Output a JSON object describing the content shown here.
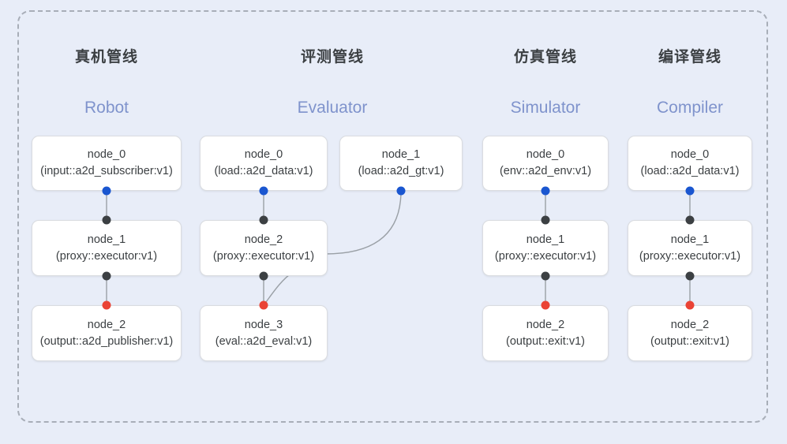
{
  "diagram": {
    "columns": [
      {
        "id": "robot",
        "cn_title": "真机管线",
        "en_title": "Robot",
        "nodes": [
          {
            "name": "node_0",
            "type": "(input::a2d_subscriber:v1)"
          },
          {
            "name": "node_1",
            "type": "(proxy::executor:v1)"
          },
          {
            "name": "node_2",
            "type": "(output::a2d_publisher:v1)"
          }
        ]
      },
      {
        "id": "evaluator",
        "cn_title": "评测管线",
        "en_title": "Evaluator",
        "nodes": [
          {
            "name": "node_0",
            "type": "(load::a2d_data:v1)"
          },
          {
            "name": "node_1",
            "type": "(load::a2d_gt:v1)"
          },
          {
            "name": "node_2",
            "type": "(proxy::executor:v1)"
          },
          {
            "name": "node_3",
            "type": "(eval::a2d_eval:v1)"
          }
        ]
      },
      {
        "id": "simulator",
        "cn_title": "仿真管线",
        "en_title": "Simulator",
        "nodes": [
          {
            "name": "node_0",
            "type": "(env::a2d_env:v1)"
          },
          {
            "name": "node_1",
            "type": "(proxy::executor:v1)"
          },
          {
            "name": "node_2",
            "type": "(output::exit:v1)"
          }
        ]
      },
      {
        "id": "compiler",
        "cn_title": "编译管线",
        "en_title": "Compiler",
        "nodes": [
          {
            "name": "node_0",
            "type": "(load::a2d_data:v1)"
          },
          {
            "name": "node_1",
            "type": "(proxy::executor:v1)"
          },
          {
            "name": "node_2",
            "type": "(output::exit:v1)"
          }
        ]
      }
    ],
    "colors": {
      "background": "#e8edf8",
      "container_border": "#a8aeb8",
      "node_background": "#ffffff",
      "node_border": "#dadce0",
      "text": "#3c4043",
      "en_title": "#7f93cc",
      "port_start": "#1a56d0",
      "port_mid": "#3c4043",
      "port_end": "#ea4335",
      "edge": "#9aa0a6"
    }
  }
}
